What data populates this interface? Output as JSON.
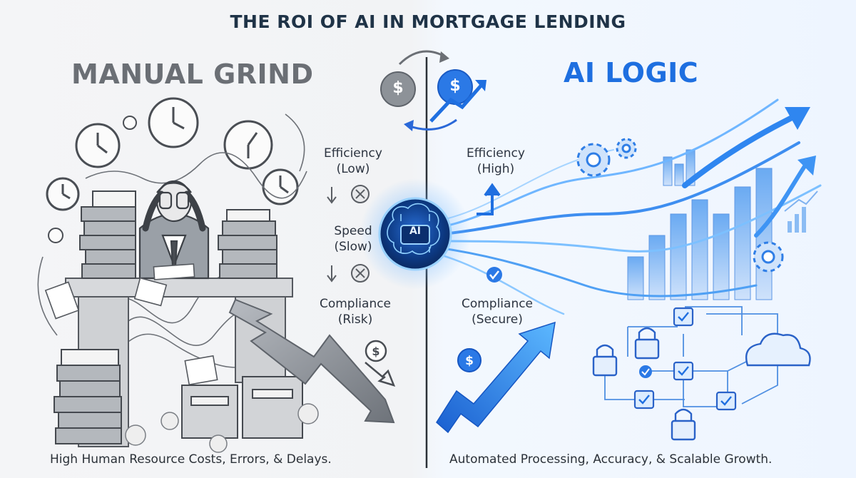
{
  "title": "THE ROI OF AI IN MORTGAGE LENDING",
  "left": {
    "heading": "MANUAL GRIND",
    "metrics": [
      {
        "label": "Efficiency",
        "value": "(Low)"
      },
      {
        "label": "Speed",
        "value": "(Slow)"
      },
      {
        "label": "Compliance",
        "value": "(Risk)"
      }
    ],
    "caption": "High Human Resource Costs, Errors, & Delays."
  },
  "right": {
    "heading": "AI LOGIC",
    "metrics": [
      {
        "label": "Efficiency",
        "value": "(High)"
      },
      {
        "label": "Compliance",
        "value": "(Secure)"
      }
    ],
    "caption": "Automated Processing, Accuracy, & Scalable Growth."
  },
  "center": {
    "chip_label": "AI"
  },
  "icons": {
    "dollar_left": "$",
    "dollar_right": "$"
  },
  "colors": {
    "grey_ink": "#6b6f75",
    "ai_blue": "#1e6fe0",
    "light_blue": "#4aa8ff",
    "title_navy": "#1f3347"
  }
}
